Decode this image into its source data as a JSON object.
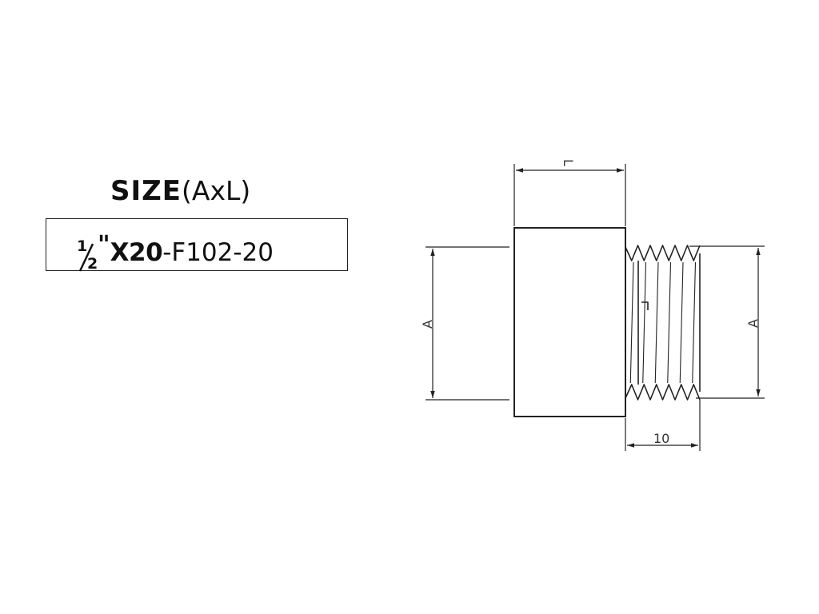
{
  "size_label": {
    "title": "SIZE",
    "subtitle": "(AxL)"
  },
  "size_spec": {
    "fraction_numerator": "1",
    "fraction_denominator": "2",
    "inch_mark": "\"",
    "dimension": "X20",
    "code": "-F102-20"
  },
  "drawing": {
    "top_dimension_label": "L",
    "left_dimension_label": "A",
    "right_dimension_label": "A",
    "bottom_dimension_label": "10",
    "thread_count": 6
  },
  "colors": {
    "line": "#222222",
    "text": "#111111"
  }
}
